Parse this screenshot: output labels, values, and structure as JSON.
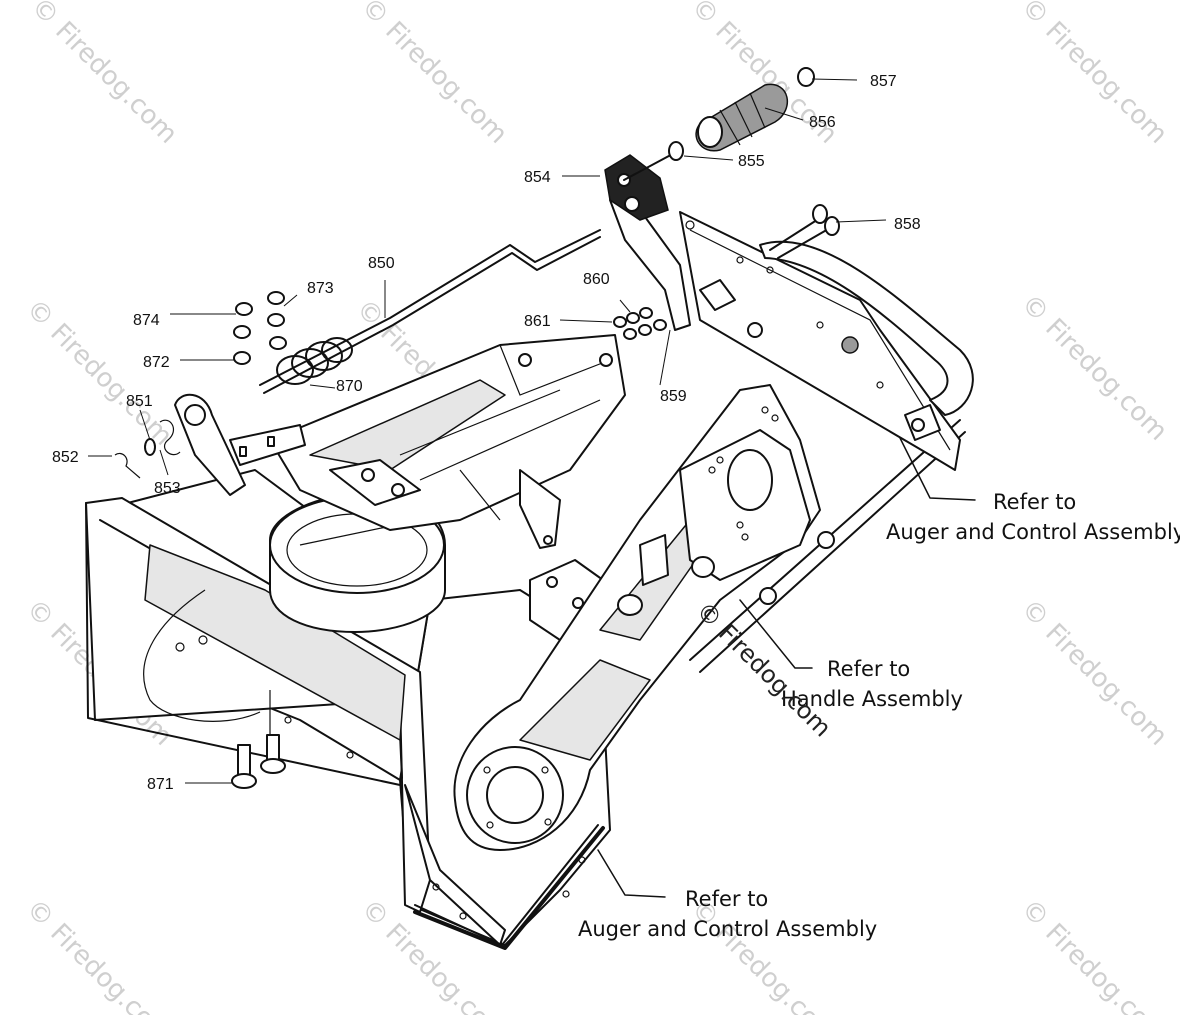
{
  "watermark": {
    "text": "© Firedog.com"
  },
  "part_labels": {
    "p850": "850",
    "p851": "851",
    "p852": "852",
    "p853": "853",
    "p854": "854",
    "p855": "855",
    "p856": "856",
    "p857": "857",
    "p858": "858",
    "p859": "859",
    "p860": "860",
    "p861": "861",
    "p870": "870",
    "p871": "871",
    "p872": "872",
    "p873": "873",
    "p874": "874"
  },
  "references": {
    "auger_top": {
      "line1": "Refer to",
      "line2": "Auger and Control Assembly"
    },
    "handle": {
      "line1": "Refer to",
      "line2": "Handle Assembly"
    },
    "auger_bottom": {
      "line1": "Refer to",
      "line2": "Auger  and Control Assembly"
    }
  }
}
